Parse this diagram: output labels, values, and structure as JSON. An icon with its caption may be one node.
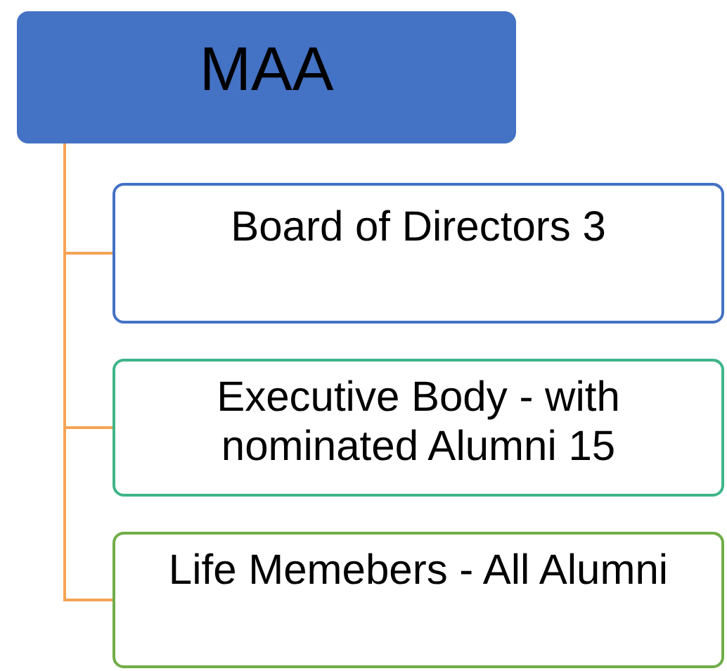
{
  "diagram": {
    "nodes": [
      {
        "text": [
          "MAA"
        ]
      },
      {
        "text": [
          "Board of Directors 3"
        ]
      },
      {
        "text": [
          "Executive Body - with nominated Alumni 15"
        ]
      },
      {
        "text": [
          "Life Memebers - All Alumni"
        ]
      }
    ],
    "edges": [
      {
        "from": 0,
        "to": 1,
        "arrow": "none"
      },
      {
        "from": 0,
        "to": 2,
        "arrow": "none"
      },
      {
        "from": 0,
        "to": 3,
        "arrow": "none"
      }
    ]
  }
}
